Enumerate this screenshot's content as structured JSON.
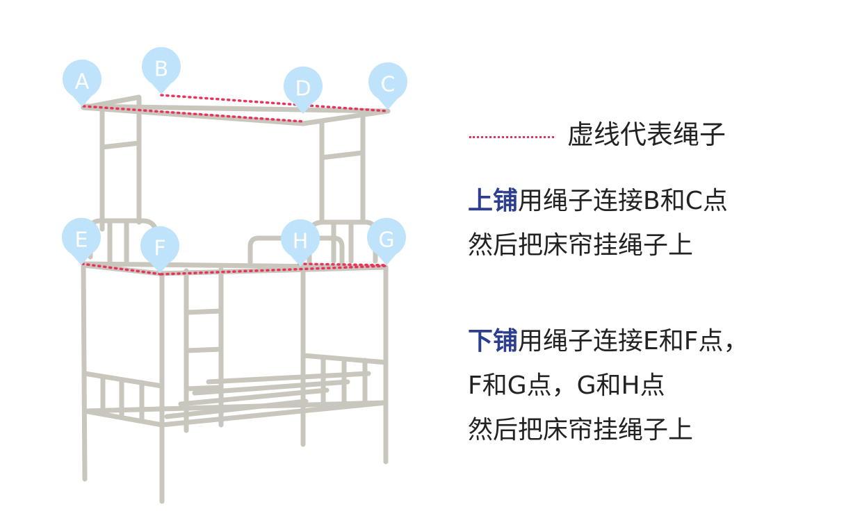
{
  "legend": {
    "text": "虚线代表绳子",
    "line_color": "#e8335a"
  },
  "upper": {
    "highlight": "上铺",
    "line1_rest": "用绳子连接B和C点",
    "line2": "然后把床帘挂绳子上",
    "highlight_color": "#2c3f8e"
  },
  "lower": {
    "highlight": "下铺",
    "line1_rest": "用绳子连接E和F点，",
    "line2": "F和G点，G和H点",
    "line3": "然后把床帘挂绳子上"
  },
  "pins": {
    "color": "#bfe3fb",
    "labels": [
      "A",
      "B",
      "C",
      "D",
      "E",
      "F",
      "G",
      "H"
    ]
  }
}
